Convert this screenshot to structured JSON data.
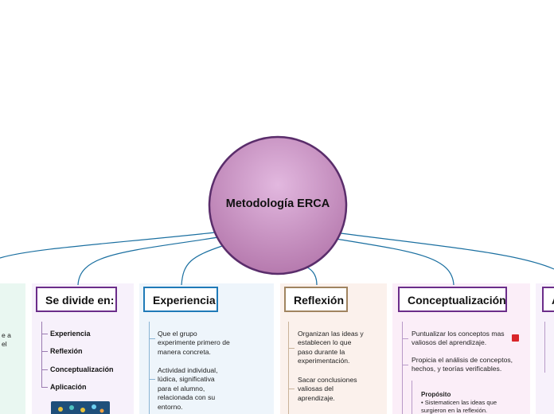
{
  "central": {
    "label": "Metodología ERCA"
  },
  "branches": {
    "se_divide": {
      "title": "Se divide en:",
      "items": [
        "Experiencia",
        "Reflexión",
        "Conceptualización",
        "Aplicación"
      ]
    },
    "experiencia": {
      "title": "Experiencia",
      "texts": [
        "Que el grupo experimente primero de manera concreta.",
        "Actividad individual, lúdica, significativa para el alumno, relacionada con su entorno."
      ]
    },
    "reflexion": {
      "title": "Reflexión",
      "texts": [
        "Organizan las ideas y establecen lo que paso durante la experimentación.",
        "Sacar conclusiones valiosas del aprendizaje."
      ]
    },
    "conceptualizacion": {
      "title": "Conceptualización",
      "texts": [
        "Puntualizar los conceptos mas valiosos del aprendizaje.",
        "Propicia el análisis de conceptos, hechos, y teorías verificables."
      ],
      "sub_title": "Propósito",
      "sub_text": "• Sistematicen las ideas que surgieron en la reflexión."
    },
    "aplicacion": {
      "title": "A"
    },
    "left_partial": {
      "texts": [
        "e a",
        "el"
      ]
    }
  },
  "colors": {
    "link": "#1a6fa0",
    "central_fill": "#c98fc3",
    "central_border": "#5a2d6b",
    "purple": "#6b2d8a",
    "blue": "#1f7ab8",
    "tan": "#a08460",
    "panel_green": "#e9f7f1",
    "panel_lavender": "#f7f1fb",
    "panel_blue": "#eef5fb",
    "panel_peach": "#fbf1ec",
    "panel_pink": "#fbeef8"
  },
  "icons": {
    "attachment": "attachment-icon",
    "image": "image-thumbnail"
  }
}
